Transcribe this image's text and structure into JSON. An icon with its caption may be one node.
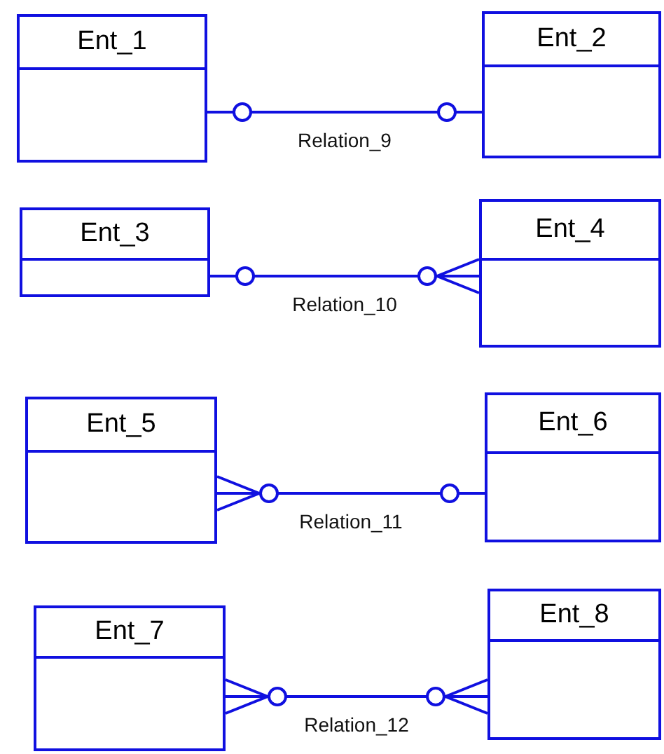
{
  "diagram": {
    "nodes": [
      {
        "text": [
          "Ent_1"
        ]
      },
      {
        "text": [
          "Ent_2"
        ]
      },
      {
        "text": [
          "Ent_3"
        ]
      },
      {
        "text": [
          "Ent_4"
        ]
      },
      {
        "text": [
          "Ent_5"
        ]
      },
      {
        "text": [
          "Ent_6"
        ]
      },
      {
        "text": [
          "Ent_7"
        ]
      },
      {
        "text": [
          "Ent_8"
        ]
      }
    ],
    "edges": [
      {
        "from": 0,
        "to": 1,
        "arrow": "other",
        "label": "Relation_9"
      },
      {
        "from": 2,
        "to": 3,
        "arrow": "other",
        "label": "Relation_10"
      },
      {
        "from": 4,
        "to": 5,
        "arrow": "other",
        "label": "Relation_11"
      },
      {
        "from": 6,
        "to": 7,
        "arrow": "other",
        "label": "Relation_12"
      }
    ]
  }
}
